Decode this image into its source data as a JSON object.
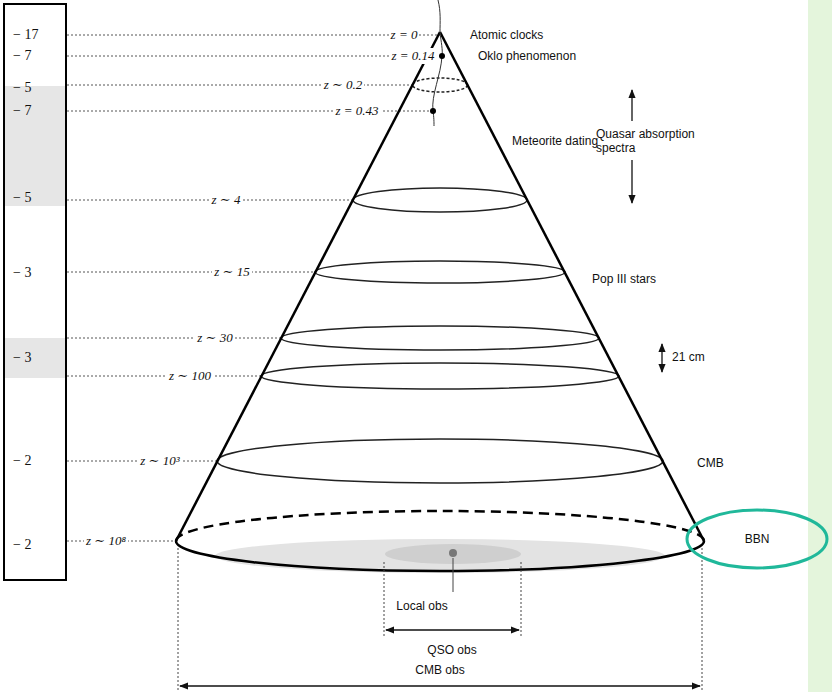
{
  "diagram": {
    "nodes": [
      {
        "text": [
          "− 17",
          "− 7",
          "− 5",
          "− 7",
          "− 5",
          "− 3",
          "− 3",
          "− 2",
          "− 2"
        ]
      },
      {
        "text": [
          "BBN"
        ]
      }
    ],
    "labels": [
      "z = 0",
      "z = 0.14",
      "z ∼ 0.2",
      "z = 0.43",
      "z ∼ 4",
      "z ∼ 15",
      "z ∼ 30",
      "z ∼ 100",
      "z ∼ 10³",
      "z ∼ 10⁸",
      "Atomic clocks",
      "Oklo phenomenon",
      "Meteorite dating",
      "Quasar absorption spectra",
      "Pop III stars",
      "21 cm",
      "CMB",
      "Local obs",
      "QSO obs",
      "CMB obs"
    ]
  }
}
